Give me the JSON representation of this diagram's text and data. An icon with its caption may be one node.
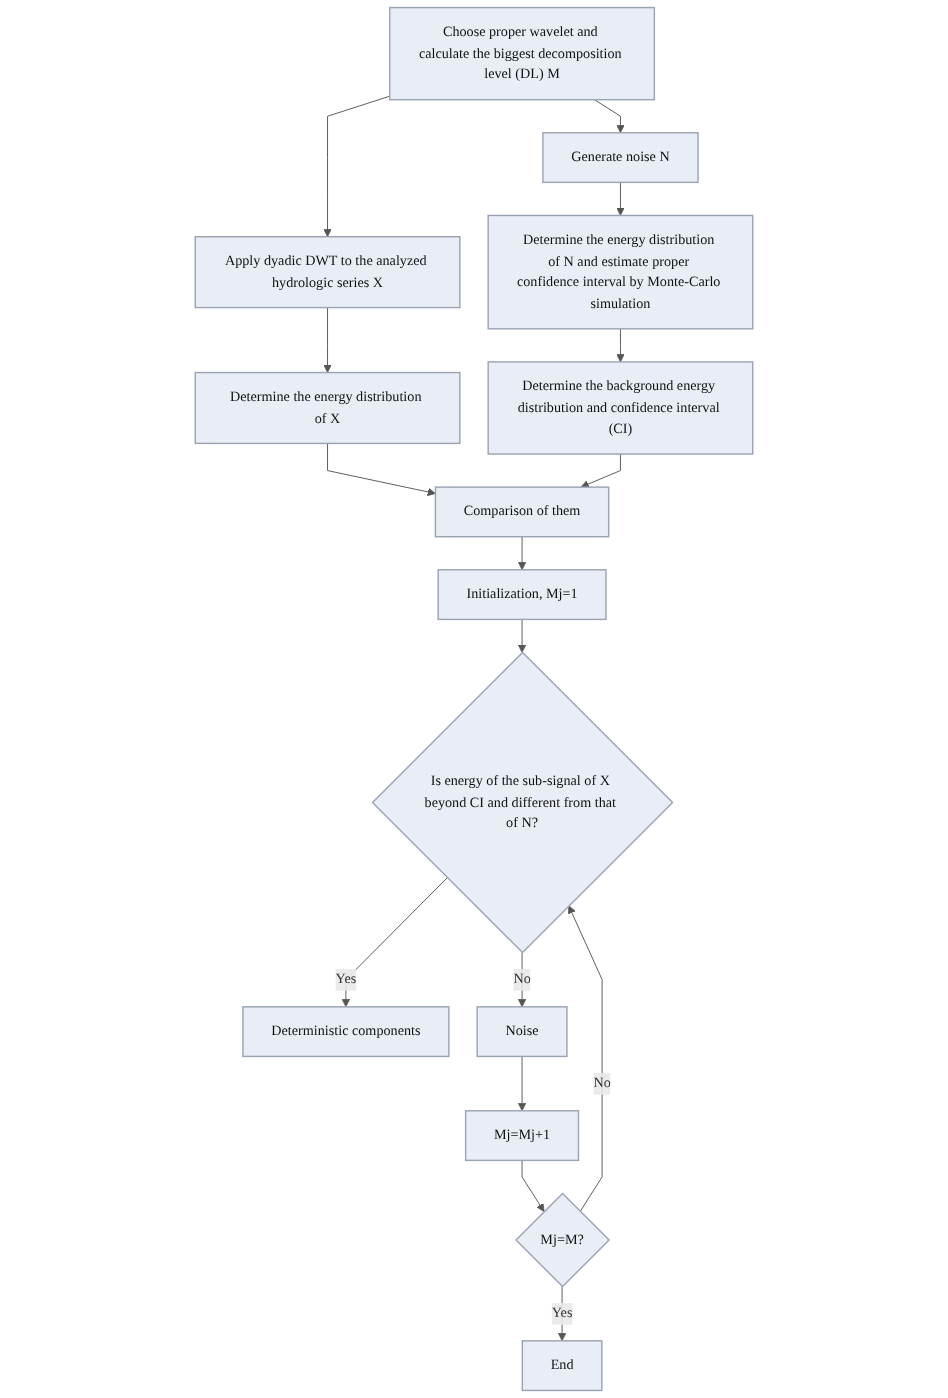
{
  "diagram": {
    "nodes": [
      {
        "text": [
          "Choose proper wavelet and calculate the biggest decomposition level (DL) M"
        ]
      },
      {
        "text": [
          "Generate noise N"
        ]
      },
      {
        "text": [
          "Apply dyadic DWT to the analyzed hydrologic series X"
        ]
      },
      {
        "text": [
          "Determine the energy distribution of N and estimate proper confidence interval by Monte-Carlo simulation"
        ]
      },
      {
        "text": [
          "Determine the energy distribution of X"
        ]
      },
      {
        "text": [
          "Determine the background energy distribution and confidence interval (CI)"
        ]
      },
      {
        "text": [
          "Comparison of them"
        ]
      },
      {
        "text": [
          "Initialization, Mj=1"
        ]
      },
      {
        "text": [
          "Is energy of the sub-signal of X beyond CI and different from that of N?"
        ]
      },
      {
        "text": [
          "Deterministic components"
        ]
      },
      {
        "text": [
          "Noise"
        ]
      },
      {
        "text": [
          "Mj=Mj+1"
        ]
      },
      {
        "text": [
          "Mj=M?"
        ]
      },
      {
        "text": [
          "End"
        ]
      }
    ],
    "edges": [
      {
        "from": 0,
        "to": 2,
        "arrow": "to"
      },
      {
        "from": 0,
        "to": 1,
        "arrow": "to"
      },
      {
        "from": 1,
        "to": 3,
        "arrow": "to"
      },
      {
        "from": 2,
        "to": 4,
        "arrow": "to"
      },
      {
        "from": 3,
        "to": 5,
        "arrow": "to"
      },
      {
        "from": 4,
        "to": 6,
        "arrow": "to"
      },
      {
        "from": 5,
        "to": 6,
        "arrow": "to"
      },
      {
        "from": 6,
        "to": 7,
        "arrow": "to"
      },
      {
        "from": 7,
        "to": 8,
        "arrow": "to"
      },
      {
        "from": 8,
        "to": 9,
        "arrow": "to",
        "label": "Yes"
      },
      {
        "from": 8,
        "to": 10,
        "arrow": "to",
        "label": "No"
      },
      {
        "from": 10,
        "to": 11,
        "arrow": "to"
      },
      {
        "from": 11,
        "to": 12,
        "arrow": "to"
      },
      {
        "from": 12,
        "to": 8,
        "arrow": "to",
        "label": "No"
      },
      {
        "from": 12,
        "to": 13,
        "arrow": "to",
        "label": "Yes"
      }
    ]
  }
}
